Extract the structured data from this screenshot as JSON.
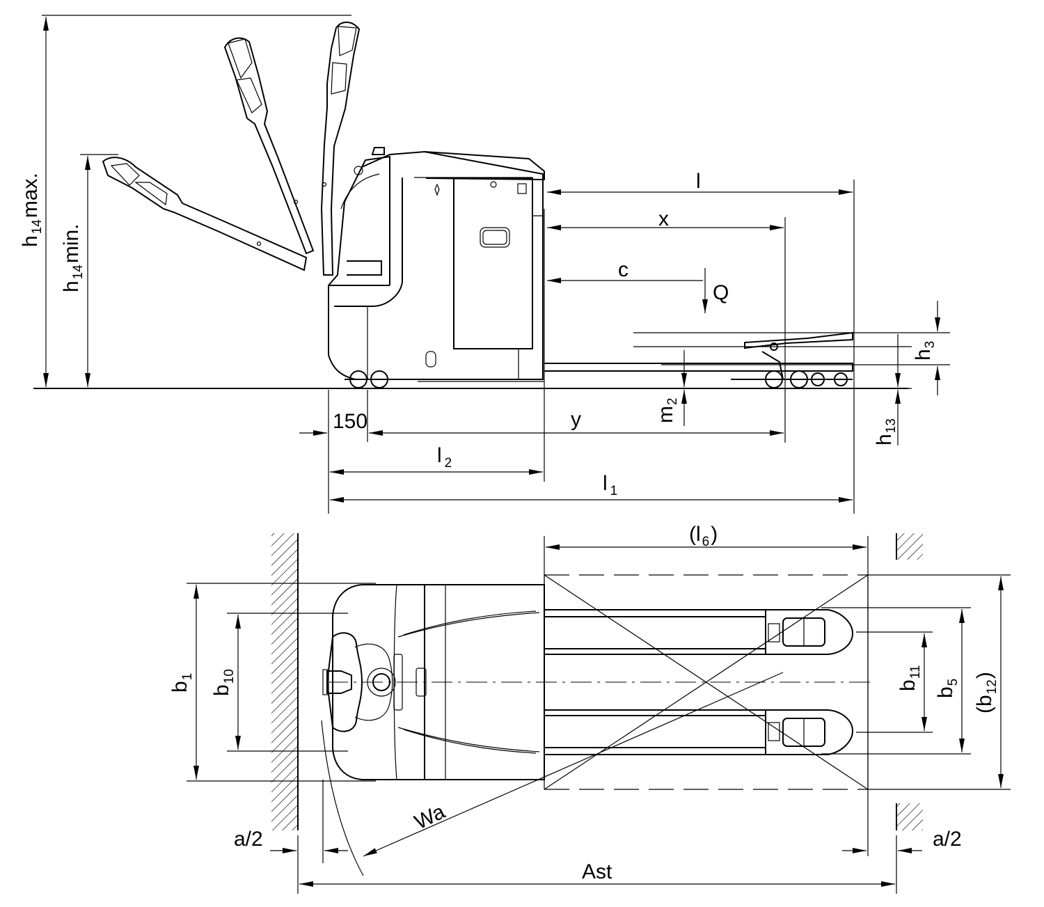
{
  "side_view": {
    "labels": {
      "h14_max": {
        "main": "h",
        "sub": "14",
        "suffix": "max."
      },
      "h14_min": {
        "main": "h",
        "sub": "14",
        "suffix": "min."
      },
      "l": "l",
      "x": "x",
      "c": "c",
      "Q": "Q",
      "h3": {
        "main": "h",
        "sub": "3"
      },
      "m2": {
        "main": "m",
        "sub": "2"
      },
      "h13": {
        "main": "h",
        "sub": "13"
      },
      "dim_150": "150",
      "y": "y",
      "l2": {
        "main": "l",
        "sub": "2"
      },
      "l1": {
        "main": "l",
        "sub": "1"
      }
    }
  },
  "top_view": {
    "labels": {
      "l6": {
        "open": "(l",
        "sub": "6",
        "close": ")"
      },
      "b1": {
        "main": "b",
        "sub": "1"
      },
      "b10": {
        "main": "b",
        "sub": "10"
      },
      "b11": {
        "main": "b",
        "sub": "11"
      },
      "b5": {
        "main": "b",
        "sub": "5"
      },
      "b12": {
        "open": "(b",
        "sub": "12",
        "close": ")"
      },
      "Wa": "Wa",
      "a2_left": "a/2",
      "a2_right": "a/2",
      "Ast": "Ast"
    }
  }
}
